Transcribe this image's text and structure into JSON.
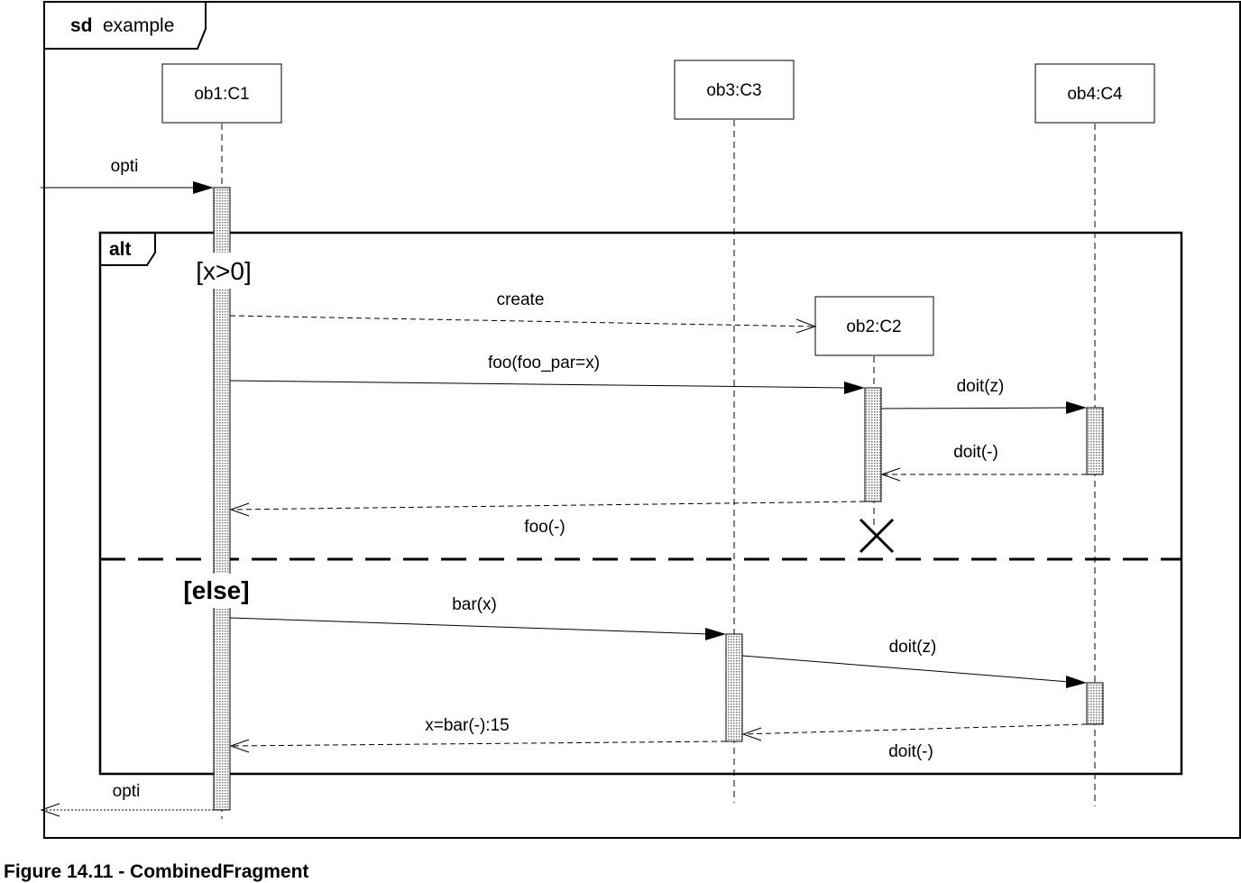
{
  "frame": {
    "keyword": "sd",
    "name": "example"
  },
  "lifelines": [
    {
      "id": "ob1",
      "label": "ob1:C1"
    },
    {
      "id": "ob3",
      "label": "ob3:C3"
    },
    {
      "id": "ob4",
      "label": "ob4:C4"
    },
    {
      "id": "ob2",
      "label": "ob2:C2"
    }
  ],
  "fragment": {
    "operator": "alt",
    "guard_1": "[x>0]",
    "guard_2": "[else]"
  },
  "messages": {
    "opti_in": "opti",
    "create": "create",
    "foo": "foo(foo_par=x)",
    "doit_z_1": "doit(z)",
    "doit_ret_1": "doit(-)",
    "foo_ret": "foo(-)",
    "bar": "bar(x)",
    "doit_z_2": "doit(z)",
    "bar_ret": "x=bar(-):15",
    "doit_ret_2": "doit(-)",
    "opti_out": "opti"
  },
  "caption": "Figure 14.11 - CombinedFragment"
}
